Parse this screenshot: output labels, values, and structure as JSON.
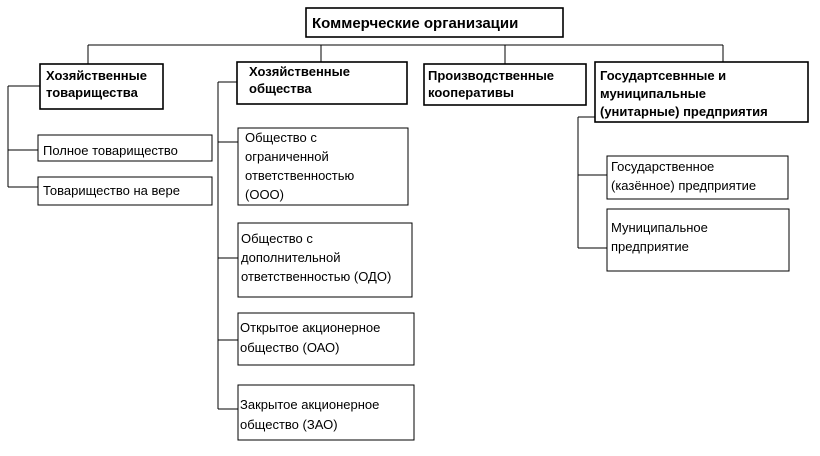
{
  "diagram": {
    "root": "Коммерческие организации",
    "categories": [
      {
        "lines": [
          "Хозяйственные",
          "товарищества"
        ],
        "children": [
          [
            "Полное товарищество"
          ],
          [
            "Товарищество на вере"
          ]
        ]
      },
      {
        "lines": [
          "Хозяйственные",
          "общества"
        ],
        "children": [
          [
            "Общество с",
            "ограниченной",
            "ответственностью",
            "(ООО)"
          ],
          [
            "Общество с",
            "дополнительной",
            "ответственностью (ОДО)"
          ],
          [
            "Открытое акционерное",
            "общество (ОАО)"
          ],
          [
            "Закрытое акционерное",
            "общество (ЗАО)"
          ]
        ]
      },
      {
        "lines": [
          "Производственные",
          "кооперативы"
        ],
        "children": []
      },
      {
        "lines": [
          "Государтсевнные и",
          "муниципальные",
          "(унитарные) предприятия"
        ],
        "children": [
          [
            "Государственное",
            "(казённое) предприятие"
          ],
          [
            "Муниципальное",
            "предприятие"
          ]
        ]
      }
    ]
  }
}
